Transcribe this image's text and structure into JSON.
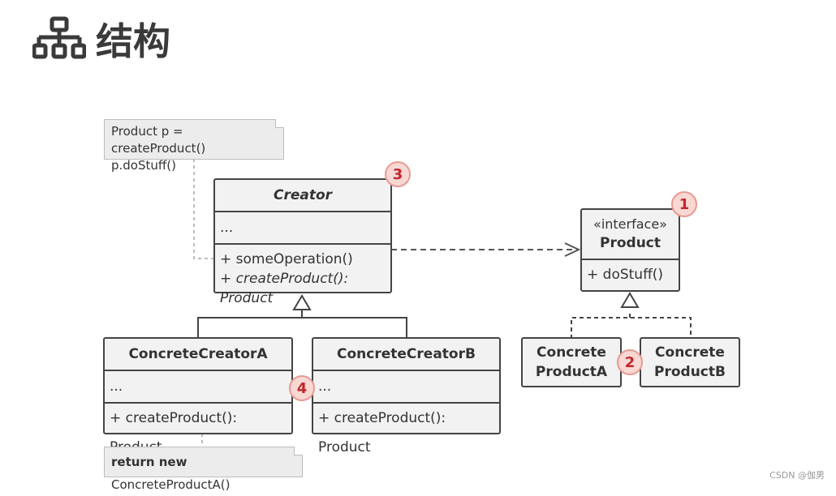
{
  "page": {
    "title": "结构",
    "watermark": "CSDN @伽男"
  },
  "notes": {
    "creator": {
      "line1": "Product p = createProduct()",
      "line2": "p.doStuff()"
    },
    "concrete_a": {
      "keyword": "return new",
      "rest": "ConcreteProductA()"
    }
  },
  "creator": {
    "name": "Creator",
    "fields": "...",
    "op1": "+ someOperation()",
    "op2": "+ createProduct(): Product"
  },
  "concrete_creator_a": {
    "name": "ConcreteCreatorA",
    "fields": "...",
    "op": "+ createProduct(): Product"
  },
  "concrete_creator_b": {
    "name": "ConcreteCreatorB",
    "fields": "...",
    "op": "+ createProduct(): Product"
  },
  "product": {
    "stereotype": "«interface»",
    "name": "Product",
    "op": "+ doStuff()"
  },
  "concrete_product_a": {
    "line1": "Concrete",
    "line2": "ProductA"
  },
  "concrete_product_b": {
    "line1": "Concrete",
    "line2": "ProductB"
  },
  "badges": [
    "1",
    "2",
    "3",
    "4"
  ],
  "colors": {
    "border": "#444444",
    "box_fill": "#f2f2f2",
    "badge_fill": "#f9d7d3",
    "badge_text": "#c0272d"
  }
}
